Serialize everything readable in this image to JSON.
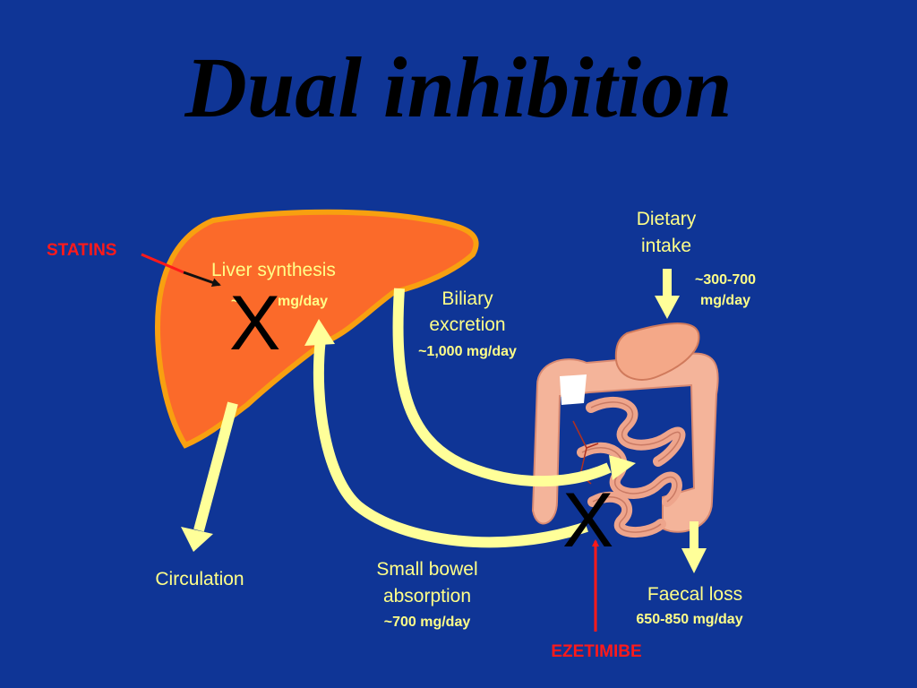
{
  "title": "Dual inhibition",
  "labels": {
    "statins": "STATINS",
    "ezetimibe": "EZETIMIBE",
    "liver_synthesis": "Liver synthesis",
    "liver_synthesis_tilde": "~",
    "liver_synthesis_unit": "mg/day",
    "biliary_line1": "Biliary",
    "biliary_line2": "excretion",
    "biliary_amount": "~1,000 mg/day",
    "dietary_line1": "Dietary",
    "dietary_line2": "intake",
    "dietary_amount_line1": "~300-700",
    "dietary_amount_line2": "mg/day",
    "circulation": "Circulation",
    "small_bowel_line1": "Small bowel",
    "small_bowel_line2": "absorption",
    "small_bowel_amount": "~700 mg/day",
    "faecal_loss": "Faecal loss",
    "faecal_amount": "650-850 mg/day"
  },
  "marks": {
    "block": "X"
  },
  "colors": {
    "background": "#0f3596",
    "label_text": "#ffff88",
    "inhibitor_text": "#ff1a1a",
    "arrow_fill": "#ffff99",
    "liver_fill": "#fb6a2a",
    "liver_edge": "#f8a010",
    "intestine": "#f4b49a"
  },
  "icons": [
    "liver-illustration",
    "intestine-illustration",
    "block-x-mark"
  ]
}
